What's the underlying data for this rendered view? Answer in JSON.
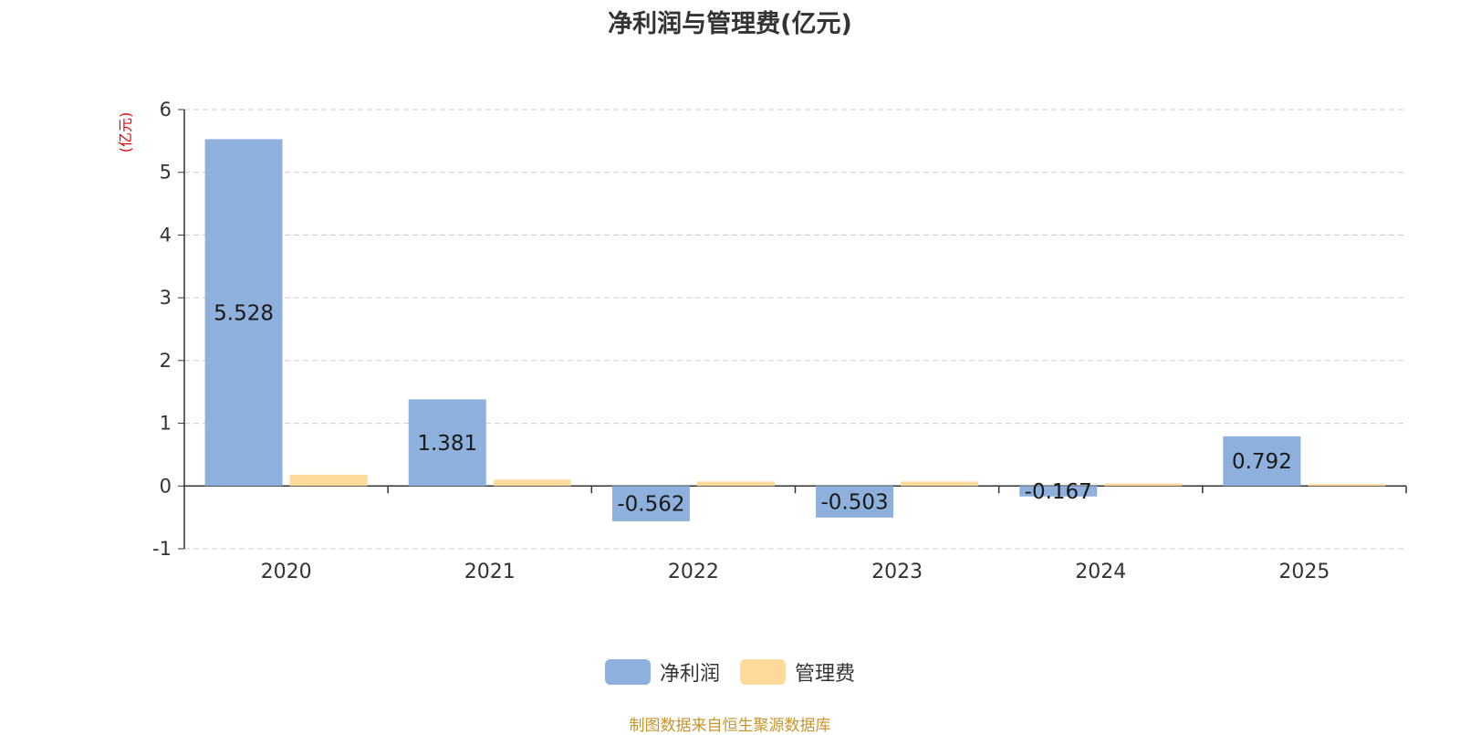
{
  "chart_data": {
    "type": "bar",
    "title": "净利润与管理费(亿元)",
    "unit_label": "(亿元)",
    "categories": [
      "2020",
      "2021",
      "2022",
      "2023",
      "2024",
      "2025"
    ],
    "series": [
      {
        "name": "净利润",
        "values": [
          5.528,
          1.381,
          -0.562,
          -0.503,
          -0.167,
          0.792
        ],
        "color": "#8eb0dc",
        "labels": [
          "5.528",
          "1.381",
          "-0.562",
          "-0.503",
          "-0.167",
          "0.792"
        ]
      },
      {
        "name": "管理费",
        "values": [
          0.18,
          0.1,
          0.07,
          0.07,
          0.04,
          0.03
        ],
        "color": "#fdd99a"
      }
    ],
    "ylim": [
      -1,
      6
    ],
    "yticks": [
      -1,
      0,
      1,
      2,
      3,
      4,
      5,
      6
    ],
    "grid": true,
    "legend_position": "bottom"
  },
  "source_note": "制图数据来自恒生聚源数据库",
  "colors": {
    "unit_label": "#e8000b",
    "source_note": "#c8952c",
    "grid": "#cccccc",
    "axis": "#333333"
  }
}
